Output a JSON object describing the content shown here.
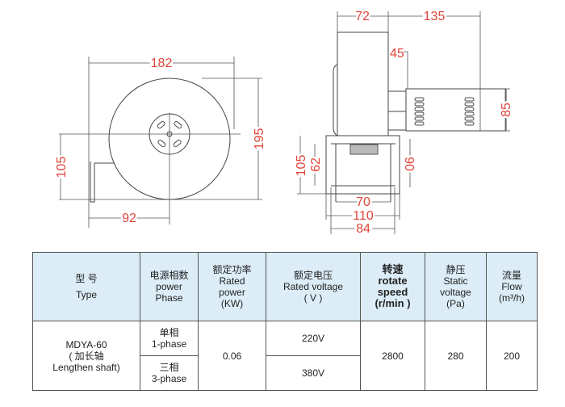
{
  "front_view": {
    "width": "182",
    "height": "195",
    "outlet_height": "105",
    "outlet_offset": "92"
  },
  "side_view": {
    "housing_depth": "72",
    "motor_length": "135",
    "shaft_offset": "45",
    "motor_height": "85",
    "base_height": "105",
    "inner_height": "62",
    "flange_height": "90",
    "outlet_width": "70",
    "base_width": "110",
    "hole_spacing": "84"
  },
  "table": {
    "headers": [
      {
        "cn": "型 号",
        "en": "Type"
      },
      {
        "cn": "电源相数",
        "en1": "power",
        "en2": "Phase"
      },
      {
        "cn": "额定功率",
        "en1": "Rated",
        "en2": "power",
        "unit": "(KW)"
      },
      {
        "cn": "额定电压",
        "en1": "Rated voltage",
        "unit": "( V )"
      },
      {
        "cn": "转速",
        "en1": "rotate",
        "en2": "speed",
        "unit": "(r/min )"
      },
      {
        "cn": "静压",
        "en1": "Static",
        "en2": "voltage",
        "unit": "(Pa)"
      },
      {
        "cn": "流量",
        "en1": "Flow",
        "unit": "(m³/h)"
      }
    ],
    "row": {
      "type_model": "MDYA-60",
      "type_cn": "( 加长轴",
      "type_en": "Lengthen shaft)",
      "phase1_cn": "单相",
      "phase1_en": "1-phase",
      "phase3_cn": "三相",
      "phase3_en": "3-phase",
      "power": "0.06",
      "voltage1": "220V",
      "voltage3": "380V",
      "speed": "2800",
      "static": "280",
      "flow": "200"
    }
  }
}
